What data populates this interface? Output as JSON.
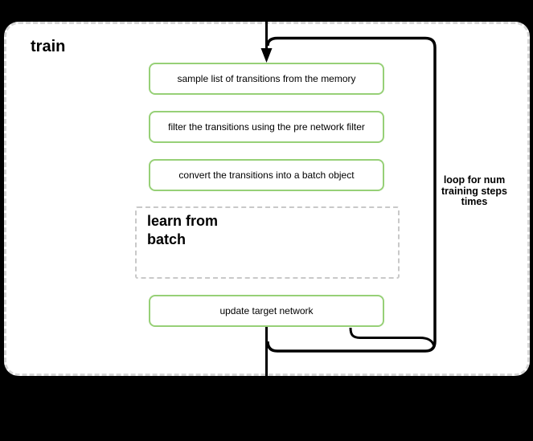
{
  "title": "train",
  "loop": {
    "label": "loop for num\ntraining steps\ntimes"
  },
  "steps": [
    {
      "label": "sample list of transitions from the memory"
    },
    {
      "label": "filter the transitions using the pre network filter"
    },
    {
      "label": "convert the transitions into a batch object"
    }
  ],
  "learn_block": {
    "label": "learn from\nbatch"
  },
  "final_step": {
    "label": "update target network"
  },
  "colors": {
    "step_border": "#97d077",
    "frame_border": "#d6d6d6",
    "learn_border": "#c9c9c9",
    "line": "#000000",
    "background": "#000000",
    "surface": "#ffffff"
  }
}
